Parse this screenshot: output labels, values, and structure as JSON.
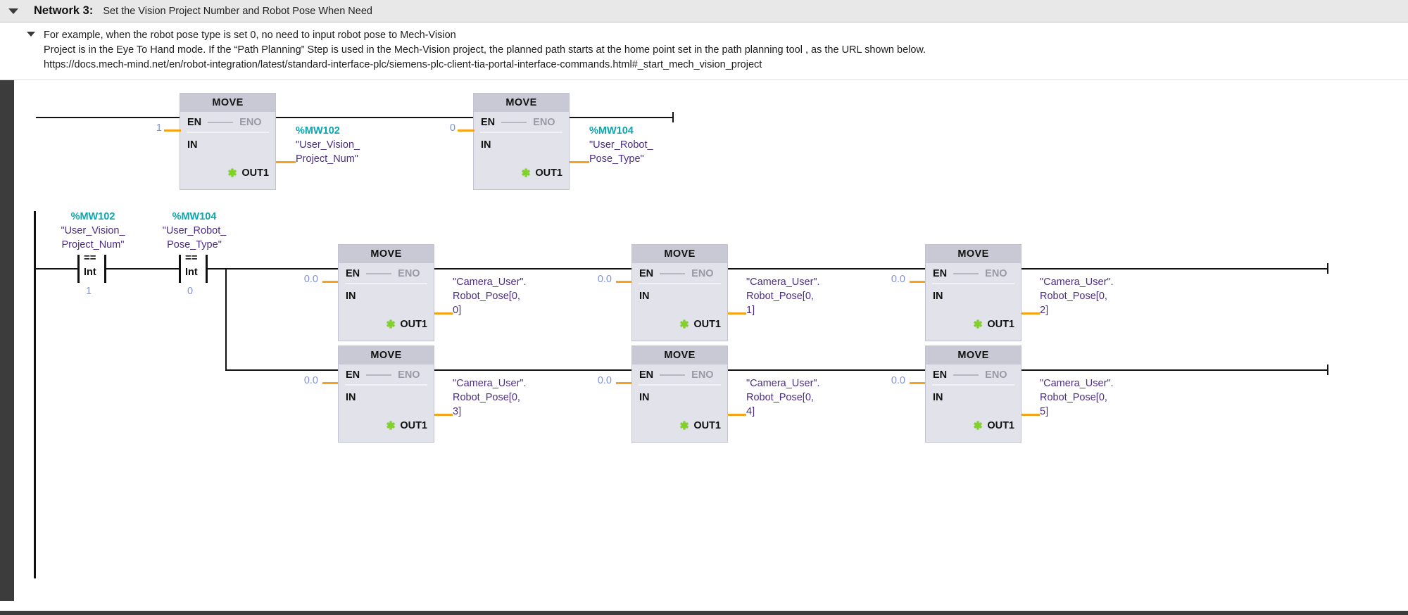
{
  "header": {
    "collapse_icon": "triangle-down-icon",
    "title": "Network 3:",
    "subtitle": "Set the Vision Project Number and Robot Pose When Need"
  },
  "comment": {
    "collapse_icon": "triangle-down-icon",
    "line1": "For example, when the robot pose type is set 0, no need to input robot pose to Mech-Vision",
    "line2": "Project is in the Eye To Hand mode. If the “Path Planning” Step is used in the Mech-Vision project, the planned path starts at the home point set in the path planning tool , as the URL shown below.",
    "line3": "https://docs.mech-mind.net/en/robot-integration/latest/standard-interface-plc/siemens-plc-client-tia-portal-interface-commands.html#_start_mech_vision_project"
  },
  "colors": {
    "address": "#0aa6ad",
    "symbol": "#4b2e83",
    "literal": "#7e93dd",
    "wire": "#111111",
    "connector": "#f7a31a",
    "block_header": "#c9c9d6",
    "block_body": "#e2e2ea",
    "network_header_bg": "#e8e8e8"
  },
  "blocks": {
    "move_title": "MOVE",
    "en_label": "EN",
    "eno_label": "ENO",
    "in_label": "IN",
    "out_label": "OUT1",
    "out_icon": "asterisk-green-icon"
  },
  "rung1": {
    "move_a": {
      "in_value": "1",
      "operand_addr": "%MW102",
      "operand_sym_line1": "\"User_Vision_",
      "operand_sym_line2": "Project_Num\""
    },
    "move_b": {
      "in_value": "0",
      "operand_addr": "%MW104",
      "operand_sym_line1": "\"User_Robot_",
      "operand_sym_line2": "Pose_Type\""
    }
  },
  "rung2": {
    "contacts": [
      {
        "addr": "%MW102",
        "sym_line1": "\"User_Vision_",
        "sym_line2": "Project_Num\"",
        "operator": "==",
        "datatype": "Int",
        "compare_value": "1"
      },
      {
        "addr": "%MW104",
        "sym_line1": "\"User_Robot_",
        "sym_line2": "Pose_Type\"",
        "operator": "==",
        "datatype": "Int",
        "compare_value": "0"
      }
    ],
    "moves_top": [
      {
        "in_value": "0.0",
        "sym_line1": "\"Camera_User\".",
        "sym_line2": "Robot_Pose[0,",
        "sym_line3": "0]"
      },
      {
        "in_value": "0.0",
        "sym_line1": "\"Camera_User\".",
        "sym_line2": "Robot_Pose[0,",
        "sym_line3": "1]"
      },
      {
        "in_value": "0.0",
        "sym_line1": "\"Camera_User\".",
        "sym_line2": "Robot_Pose[0,",
        "sym_line3": "2]"
      }
    ],
    "moves_bottom": [
      {
        "in_value": "0.0",
        "sym_line1": "\"Camera_User\".",
        "sym_line2": "Robot_Pose[0,",
        "sym_line3": "3]"
      },
      {
        "in_value": "0.0",
        "sym_line1": "\"Camera_User\".",
        "sym_line2": "Robot_Pose[0,",
        "sym_line3": "4]"
      },
      {
        "in_value": "0.0",
        "sym_line1": "\"Camera_User\".",
        "sym_line2": "Robot_Pose[0,",
        "sym_line3": "5]"
      }
    ]
  }
}
